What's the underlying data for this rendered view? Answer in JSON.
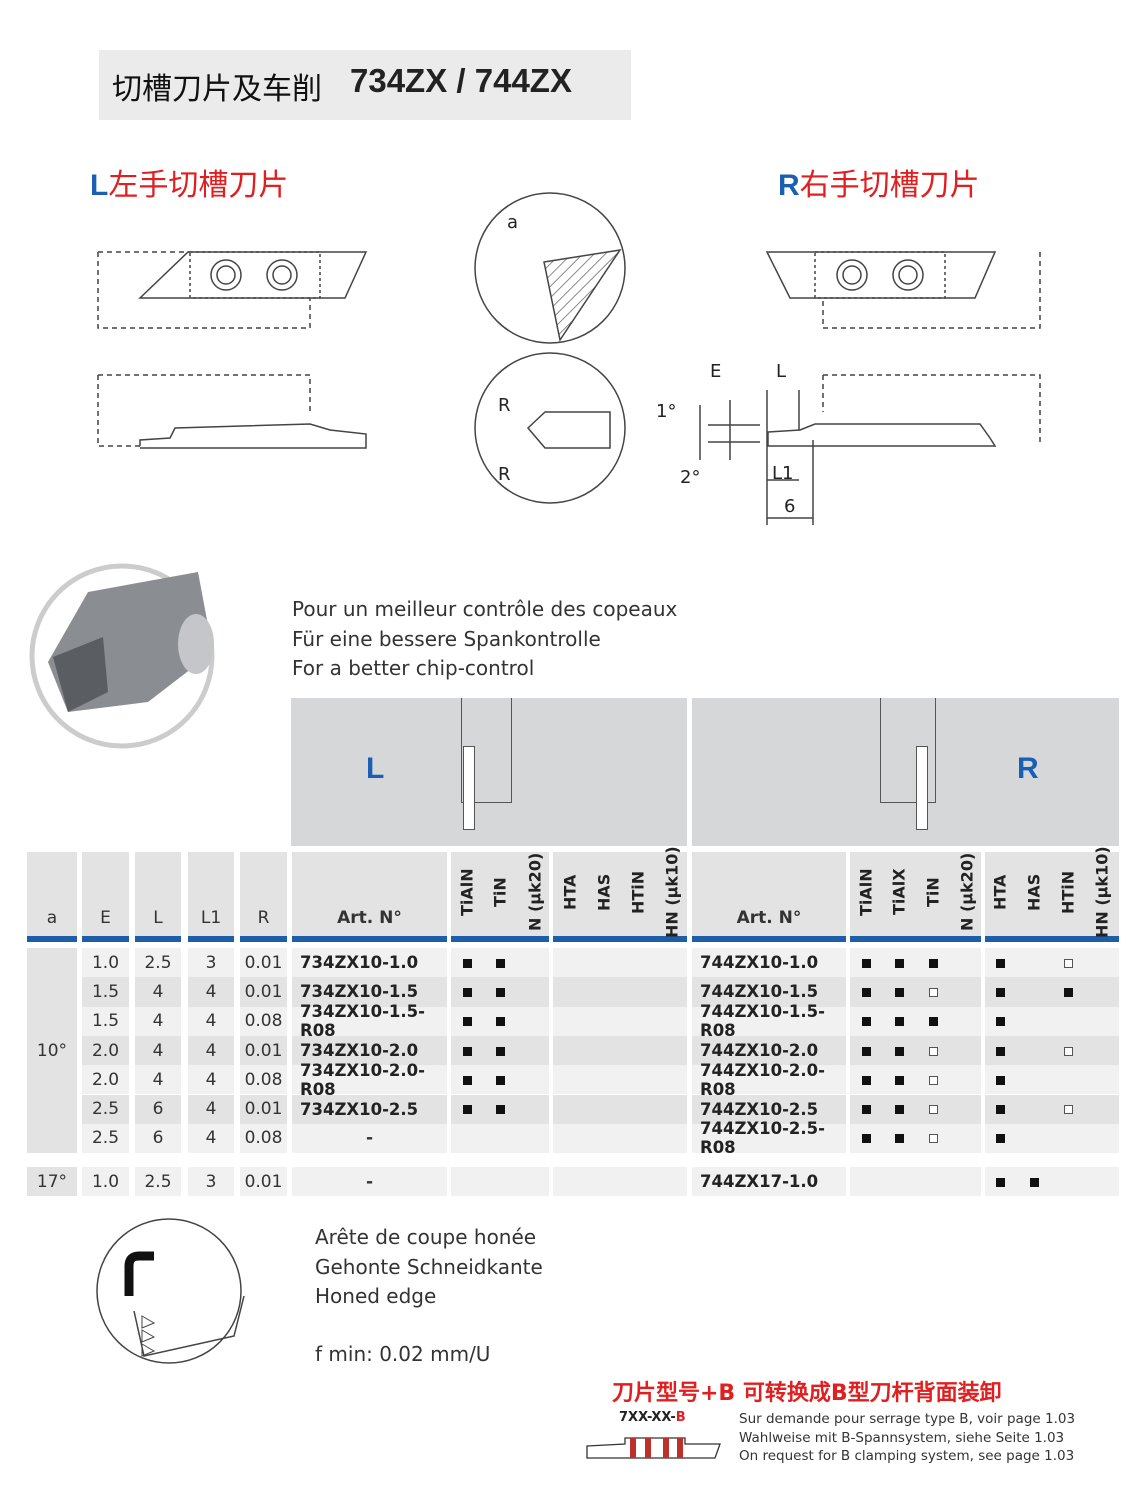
{
  "header": {
    "title_zh": "切槽刀片及车削",
    "title_code": "734ZX / 744ZX"
  },
  "hand_labels": {
    "left_letter": "L",
    "left_text": "左手切槽刀片",
    "right_letter": "R",
    "right_text": "右手切槽刀片"
  },
  "diagram_labels": {
    "a": "a",
    "r_top": "R",
    "r_bottom": "R",
    "E": "E",
    "L": "L",
    "deg1": "1°",
    "deg2": "2°",
    "L1": "L1",
    "six": "6"
  },
  "chip_control": [
    "Pour un meilleur contrôle des copeaux",
    "Für eine bessere Spankontrolle",
    "For a better chip-control"
  ],
  "table": {
    "left_label": "L",
    "right_label": "R",
    "dim_headers": [
      "a",
      "E",
      "L",
      "L1",
      "R"
    ],
    "art_header": "Art. N°",
    "left_coatings": [
      "TiAlN",
      "TiN",
      "N (μk20)",
      "HTA",
      "HAS",
      "HTiN",
      "HN (μk10)"
    ],
    "right_coatings": [
      "TiAlN",
      "TiAlX",
      "TiN",
      "N (μk20)",
      "HTA",
      "HAS",
      "HTiN",
      "HN (μk10)"
    ],
    "groups": [
      {
        "a": "10°"
      },
      {
        "a": "17°"
      }
    ],
    "rows": [
      {
        "E": "1.0",
        "L": "2.5",
        "L1": "3",
        "R": "0.01",
        "left_art": "734ZX10-1.0",
        "left_marks": [
          "f",
          "f",
          "",
          "",
          "",
          "",
          ""
        ],
        "right_art": "744ZX10-1.0",
        "right_marks": [
          "f",
          "f",
          "f",
          "",
          "f",
          "",
          "o",
          ""
        ]
      },
      {
        "E": "1.5",
        "L": "4",
        "L1": "4",
        "R": "0.01",
        "left_art": "734ZX10-1.5",
        "left_marks": [
          "f",
          "f",
          "",
          "",
          "",
          "",
          ""
        ],
        "right_art": "744ZX10-1.5",
        "right_marks": [
          "f",
          "f",
          "o",
          "",
          "f",
          "",
          "f",
          ""
        ]
      },
      {
        "E": "1.5",
        "L": "4",
        "L1": "4",
        "R": "0.08",
        "left_art": "734ZX10-1.5-R08",
        "left_marks": [
          "f",
          "f",
          "",
          "",
          "",
          "",
          ""
        ],
        "right_art": "744ZX10-1.5-R08",
        "right_marks": [
          "f",
          "f",
          "f",
          "",
          "f",
          "",
          "",
          ""
        ]
      },
      {
        "E": "2.0",
        "L": "4",
        "L1": "4",
        "R": "0.01",
        "left_art": "734ZX10-2.0",
        "left_marks": [
          "f",
          "f",
          "",
          "",
          "",
          "",
          ""
        ],
        "right_art": "744ZX10-2.0",
        "right_marks": [
          "f",
          "f",
          "o",
          "",
          "f",
          "",
          "o",
          ""
        ]
      },
      {
        "E": "2.0",
        "L": "4",
        "L1": "4",
        "R": "0.08",
        "left_art": "734ZX10-2.0-R08",
        "left_marks": [
          "f",
          "f",
          "",
          "",
          "",
          "",
          ""
        ],
        "right_art": "744ZX10-2.0-R08",
        "right_marks": [
          "f",
          "f",
          "o",
          "",
          "f",
          "",
          "",
          ""
        ]
      },
      {
        "E": "2.5",
        "L": "6",
        "L1": "4",
        "R": "0.01",
        "left_art": "734ZX10-2.5",
        "left_marks": [
          "f",
          "f",
          "",
          "",
          "",
          "",
          ""
        ],
        "right_art": "744ZX10-2.5",
        "right_marks": [
          "f",
          "f",
          "o",
          "",
          "f",
          "",
          "o",
          ""
        ]
      },
      {
        "E": "2.5",
        "L": "6",
        "L1": "4",
        "R": "0.08",
        "left_art": "-",
        "left_marks": [
          "",
          "",
          "",
          "",
          "",
          "",
          ""
        ],
        "right_art": "744ZX10-2.5-R08",
        "right_marks": [
          "f",
          "f",
          "o",
          "",
          "f",
          "",
          "",
          ""
        ]
      },
      {
        "E": "1.0",
        "L": "2.5",
        "L1": "3",
        "R": "0.01",
        "left_art": "-",
        "left_marks": [
          "",
          "",
          "",
          "",
          "",
          "",
          ""
        ],
        "right_art": "744ZX17-1.0",
        "right_marks": [
          "",
          "",
          "",
          "",
          "f",
          "f",
          "",
          ""
        ]
      }
    ]
  },
  "honed": {
    "lines": [
      "Arête de coupe honée",
      "Gehonte Schneidkante",
      "Honed edge"
    ],
    "fmin": "f min: 0.02 mm/U"
  },
  "b_option": {
    "title_zh": "刀片型号+B  可转换成B型刀杆背面装卸",
    "code_prefix": "7XX-XX-",
    "code_suffix": "B",
    "notes": [
      "Sur demande pour serrage type B, voir page 1.03",
      "Wahlweise mit B-Spannsystem, siehe Seite 1.03",
      "On request for B clamping system, see page 1.03"
    ]
  },
  "colors": {
    "accent_blue": "#1d5ea8",
    "red": "#e02020"
  }
}
